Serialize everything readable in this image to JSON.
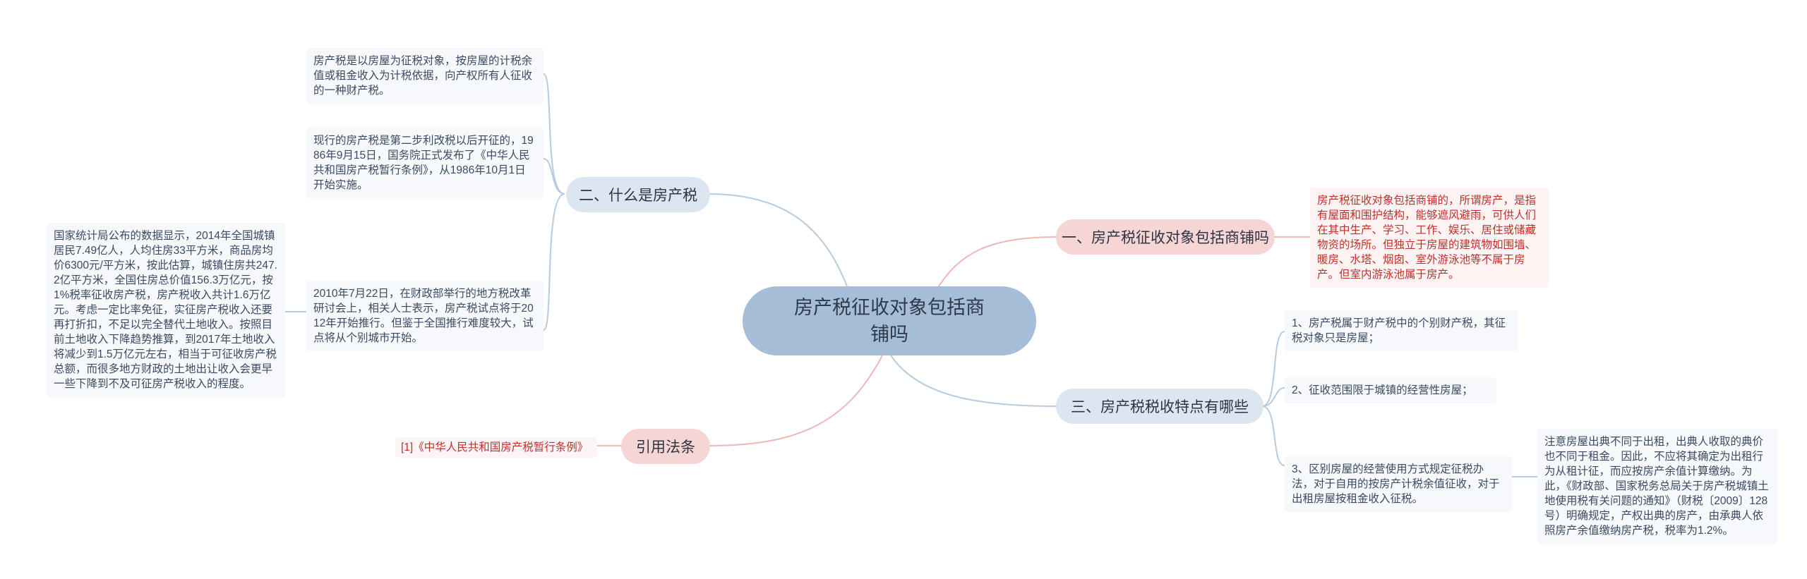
{
  "root": {
    "title": "房产税征收对象包括商铺吗"
  },
  "branches": {
    "what_is": {
      "label": "二、什么是房产税",
      "leaves": [
        "房产税是以房屋为征税对象，按房屋的计税余值或租金收入为计税依据，向产权所有人征收的一种财产税。",
        "现行的房产税是第二步利改税以后开征的，1986年9月15日，国务院正式发布了《中华人民共和国房产税暂行条例》，从1986年10月1日开始实施。",
        "2010年7月22日，在财政部举行的地方税改革研讨会上，相关人士表示，房产税试点将于2012年开始推行。但鉴于全国推行难度较大，试点将从个别城市开始。"
      ],
      "subleaf": "国家统计局公布的数据显示，2014年全国城镇居民7.49亿人，人均住房33平方米，商品房均价6300元/平方米，按此估算，城镇住房共247.2亿平方米，全国住房总价值156.3万亿元，按1%税率征收房产税，房产税收入共计1.6万亿元。考虑一定比率免征，实征房产税收入还要再打折扣，不足以完全替代土地收入。按照目前土地收入下降趋势推算，到2017年土地收入将减少到1.5万亿元左右，相当于可征收房产税总额，而很多地方财政的土地出让收入会更早一些下降到不及可征房产税收入的程度。"
    },
    "shops": {
      "label": "一、房产税征收对象包括商铺吗",
      "leaf": "房产税征收对象包括商铺的，所谓房产，是指有屋面和围护结构，能够遮风避雨，可供人们在其中生产、学习、工作、娱乐、居住或储藏物资的场所。但独立于房屋的建筑物如围墙、暖房、水塔、烟囱、室外游泳池等不属于房产。但室内游泳池属于房产。"
    },
    "features": {
      "label": "三、房产税税收特点有哪些",
      "leaves": [
        "1、房产税属于财产税中的个别财产税，其征税对象只是房屋；",
        "2、征收范围限于城镇的经营性房屋；",
        "3、区别房屋的经营使用方式规定征税办法，对于自用的按房产计税余值征收，对于出租房屋按租金收入征税。"
      ],
      "subleaf": "注意房屋出典不同于出租，出典人收取的典价也不同于租金。因此，不应将其确定为出租行为从租计征，而应按房产余值计算缴纳。为此，《财政部、国家税务总局关于房产税城镇土地使用税有关问题的通知》（财税〔2009〕128号）明确规定，产权出典的房产，由承典人依照房产余值缴纳房产税，税率为1.2%。"
    },
    "refs": {
      "label": "引用法条",
      "leaf": "[1]《中华人民共和国房产税暂行条例》"
    }
  },
  "colors": {
    "root_fill": "#a6bdd7",
    "blue_branch_fill": "#dce6f1",
    "pink_branch_fill": "#f6d5d5",
    "blue_link": "#b7cbe0",
    "pink_link": "#f0b6b6",
    "red_text": "#c0302b",
    "body_text": "#3b4a63"
  }
}
